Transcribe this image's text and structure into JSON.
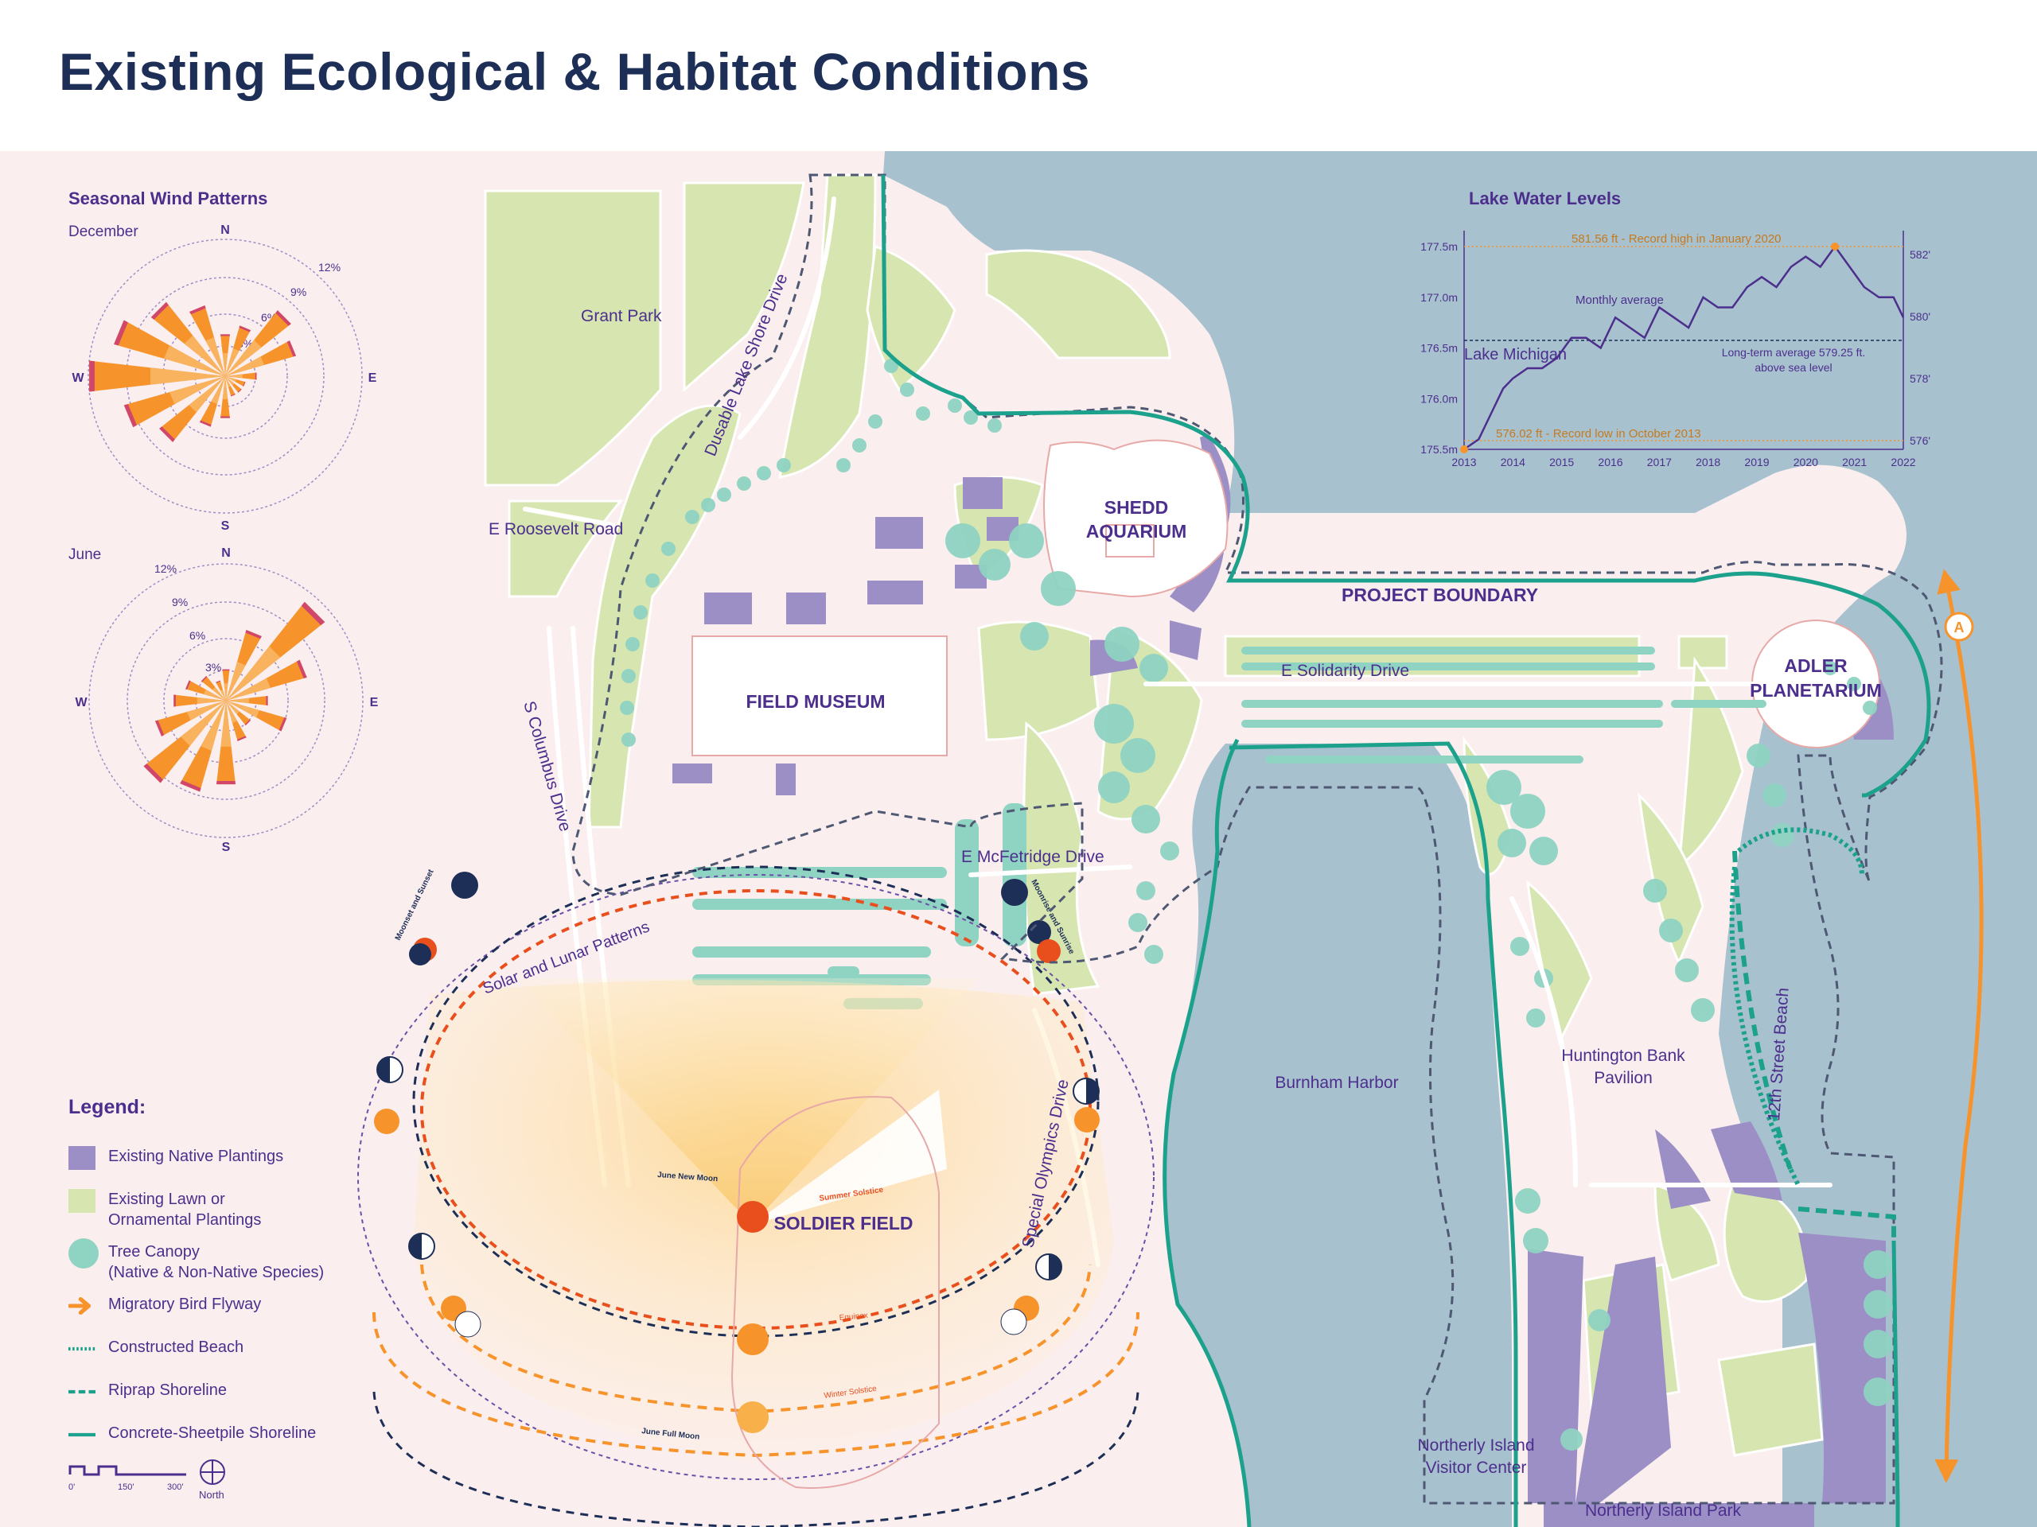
{
  "title": "Existing Ecological & Habitat Conditions",
  "colors": {
    "land": "#fbeeee",
    "water": "#a8c1cf",
    "lawn": "#d7e6b0",
    "native": "#9b8fc6",
    "tree": "#8fd3c2",
    "teal": "#1ca18d",
    "orange": "#f7932b",
    "navy": "#1d2f57",
    "purple_text": "#4c2f8d",
    "boundary": "#4e5873"
  },
  "wind": {
    "heading": "Seasonal Wind Patterns",
    "december": {
      "label": "December",
      "rings": [
        "3%",
        "6%",
        "9%",
        "12%"
      ],
      "north": "N",
      "south": "S",
      "east": "E",
      "west": "W",
      "petals": [
        4,
        5,
        8,
        7,
        3,
        2,
        2,
        2,
        4,
        5,
        8,
        10,
        13,
        11,
        9,
        7
      ]
    },
    "june": {
      "label": "June",
      "rings": [
        "3%",
        "6%",
        "9%",
        "12%"
      ],
      "north": "N",
      "south": "S",
      "east": "E",
      "west": "W",
      "petals": [
        3,
        7,
        12,
        8,
        4,
        6,
        3,
        4,
        8,
        9,
        10,
        7,
        5,
        4,
        3,
        2
      ]
    }
  },
  "lake_levels": {
    "heading": "Lake Water Levels",
    "series_label": "Monthly average",
    "lake_label": "Lake Michigan",
    "record_high": "581.56 ft - Record high in January 2020",
    "record_low": "576.02 ft - Record low in October 2013",
    "average_label_1": "Long-term average 579.25 ft.",
    "average_label_2": "above sea level",
    "y_left": [
      "177.5m",
      "177.0m",
      "176.5m",
      "176.0m",
      "175.5m"
    ],
    "y_right": [
      "582'",
      "580'",
      "578'",
      "576'"
    ],
    "years": [
      "2013",
      "2014",
      "2015",
      "2016",
      "2017",
      "2018",
      "2019",
      "2020",
      "2021",
      "2022"
    ]
  },
  "chart_data": {
    "type": "line",
    "title": "Lake Water Levels",
    "xlabel": "",
    "ylabel": "",
    "x": [
      2013.0,
      2013.3,
      2013.6,
      2013.8,
      2014.0,
      2014.3,
      2014.6,
      2014.9,
      2015.2,
      2015.5,
      2015.8,
      2016.1,
      2016.4,
      2016.7,
      2017.0,
      2017.3,
      2017.6,
      2017.9,
      2018.2,
      2018.5,
      2018.8,
      2019.1,
      2019.4,
      2019.7,
      2020.0,
      2020.3,
      2020.6,
      2020.9,
      2021.2,
      2021.5,
      2021.8,
      2022.0
    ],
    "y": [
      175.5,
      175.6,
      175.9,
      176.1,
      176.2,
      176.3,
      176.3,
      176.4,
      176.6,
      176.6,
      176.5,
      176.8,
      176.7,
      176.6,
      176.9,
      176.8,
      176.7,
      177.0,
      176.9,
      176.9,
      177.1,
      177.2,
      177.1,
      177.3,
      177.4,
      177.3,
      177.5,
      177.3,
      177.1,
      177.0,
      177.0,
      176.8
    ],
    "xlim": [
      2013,
      2022
    ],
    "ylim": [
      175.5,
      177.5
    ],
    "grid": false
  },
  "map": {
    "places": {
      "grant_park": "Grant Park",
      "roosevelt": "E Roosevelt Road",
      "lsd": "Dusable Lake Shore Drive",
      "columbus": "S Columbus Drive",
      "shedd_1": "SHEDD",
      "shedd_2": "AQUARIUM",
      "field": "FIELD MUSEUM",
      "boundary": "PROJECT BOUNDARY",
      "solidarity": "E Solidarity Drive",
      "adler_1": "ADLER",
      "adler_2": "PLANETARIUM",
      "mcfetridge": "E McFetridge Drive",
      "burnham": "Burnham Harbor",
      "huntington_1": "Huntington Bank",
      "huntington_2": "Pavilion",
      "beach": "12th Street Beach",
      "special": "Special Olympics Drive",
      "soldier": "SOLDIER FIELD",
      "visitor_1": "Northerly Island",
      "visitor_2": "Visitor Center",
      "np": "Northerly Island Park",
      "section": "A"
    },
    "solar": {
      "heading": "Solar and Lunar Patterns",
      "moonset": "Moonset and Sunset",
      "moonrise": "Moonrise and Sunrise",
      "new_moon": "June New Moon",
      "summer": "Summer Solstice",
      "equinox": "Equinox",
      "winter": "Winter Solstice",
      "full_moon": "June Full Moon"
    }
  },
  "legend": {
    "title": "Legend:",
    "native": "Existing Native Plantings",
    "lawn": "Existing Lawn or\nOrnamental Plantings",
    "tree": "Tree Canopy\n(Native & Non-Native Species)",
    "bird": "Migratory Bird Flyway",
    "beach": "Constructed Beach",
    "riprap": "Riprap Shoreline",
    "sheet": "Concrete-Sheetpile Shoreline"
  },
  "scale": {
    "zero": "0'",
    "mid": "150'",
    "end": "300'",
    "north": "North"
  }
}
